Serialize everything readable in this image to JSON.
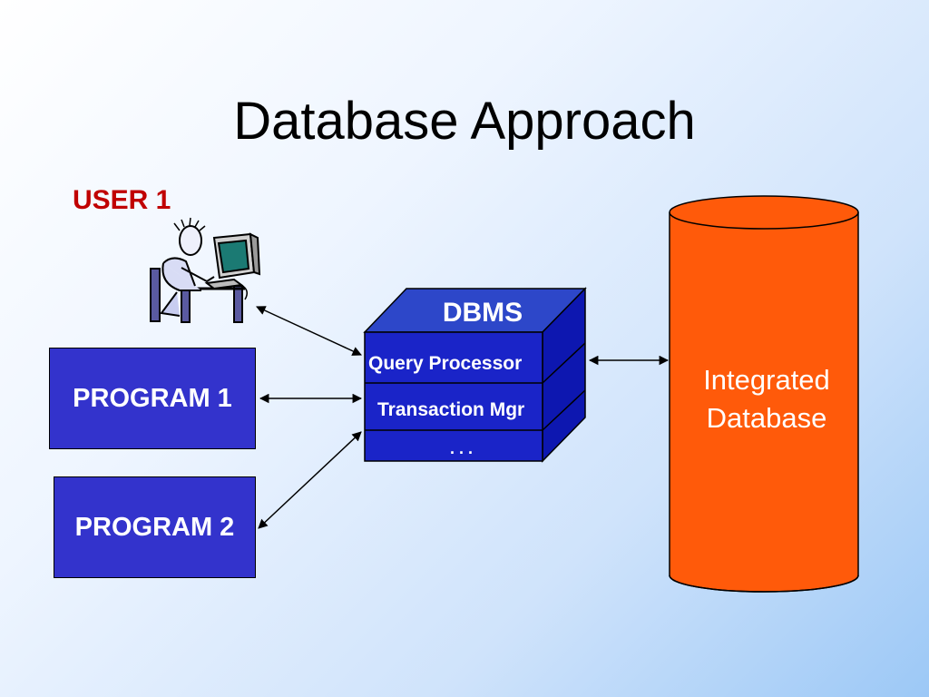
{
  "slide": {
    "title": "Database Approach",
    "user_label": "USER 1",
    "programs": [
      "PROGRAM 1",
      "PROGRAM 2"
    ],
    "dbms": {
      "title": "DBMS",
      "components": [
        "Query Processor",
        "Transaction Mgr",
        ". . ."
      ]
    },
    "database": {
      "line1": "Integrated",
      "line2": "Database"
    }
  },
  "colors": {
    "box_blue": "#3333cc",
    "cube_top": "#2d47c9",
    "cube_front": "#1a24c8",
    "cube_side": "#0d17b0",
    "database_fill": "#ff5a0a",
    "user_label": "#c00000"
  },
  "icons": [
    "user-at-computer-icon"
  ]
}
